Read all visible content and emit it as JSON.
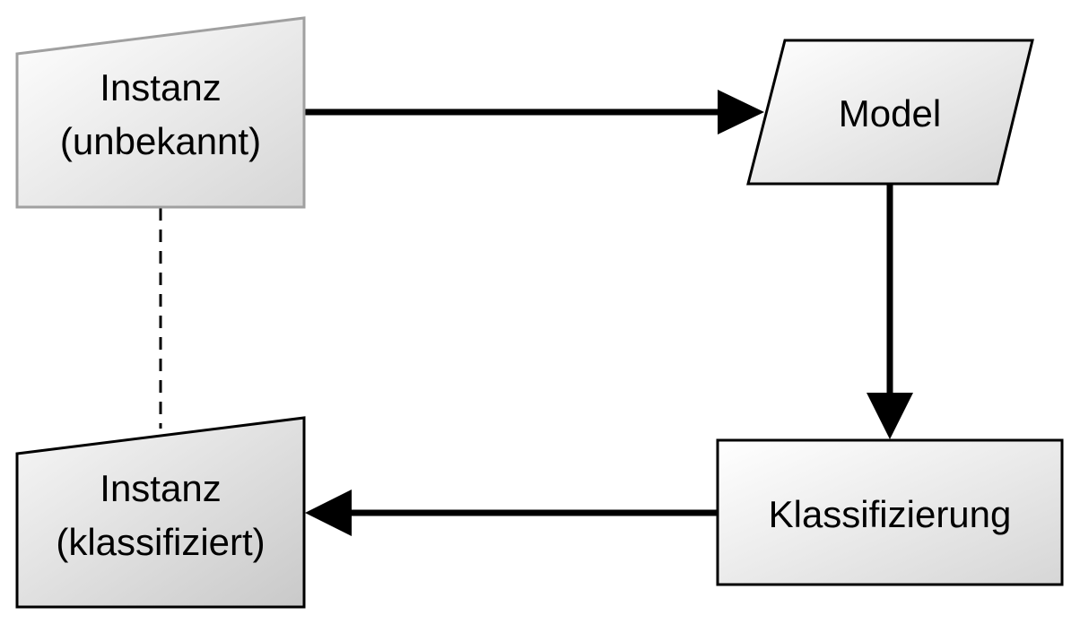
{
  "nodes": {
    "instance_unknown": {
      "line1": "Instanz",
      "line2": "(unbekannt)"
    },
    "model": {
      "label": "Model"
    },
    "classification": {
      "label": "Klassifizierung"
    },
    "instance_classified": {
      "line1": "Instanz",
      "line2": "(klassifiziert)"
    }
  }
}
